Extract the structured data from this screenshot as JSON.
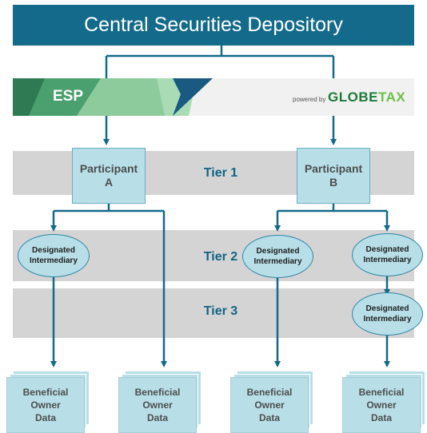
{
  "header": {
    "title": "Central Securities Depository"
  },
  "banner": {
    "esp_label": "ESP",
    "powered_by": "powered by",
    "brand_globe": "GLOBE",
    "brand_tax": "TAX"
  },
  "tiers": {
    "tier1": "Tier 1",
    "tier2": "Tier 2",
    "tier3": "Tier 3"
  },
  "participants": {
    "a": {
      "line1": "Participant",
      "line2": "A"
    },
    "b": {
      "line1": "Participant",
      "line2": "B"
    }
  },
  "intermediary": {
    "line1": "Designated",
    "line2": "Intermediary"
  },
  "beneficial": {
    "line1": "Beneficial",
    "line2": "Owner",
    "line3": "Data"
  },
  "colors": {
    "primary": "#136a8a",
    "node_fill": "#b8dfe8",
    "tier_band": "#d4d4d4",
    "brand_green": "#2e8b3c"
  }
}
